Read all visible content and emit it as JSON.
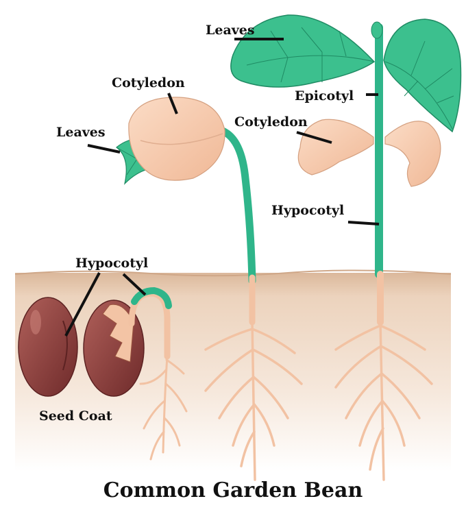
{
  "title": "Common Garden Bean",
  "labels": {
    "leaves_top": "Leaves",
    "cotyledon_left": "Cotyledon",
    "leaves_left": "Leaves",
    "epicotyl": "Epicotyl",
    "cotyledon_right": "Cotyledon",
    "hypocotyl_right": "Hypocotyl",
    "hypocotyl_left": "Hypocotyl",
    "seed_coat": "Seed Coat"
  },
  "colors": {
    "soil": "#e9cfb8",
    "stem_green": "#2fb58a",
    "leaf_green": "#3cc08e",
    "cotyledon": "#f6cbb0",
    "seed": "#8e3c3a",
    "root": "#f2c2a3",
    "leader_line": "#111111"
  }
}
